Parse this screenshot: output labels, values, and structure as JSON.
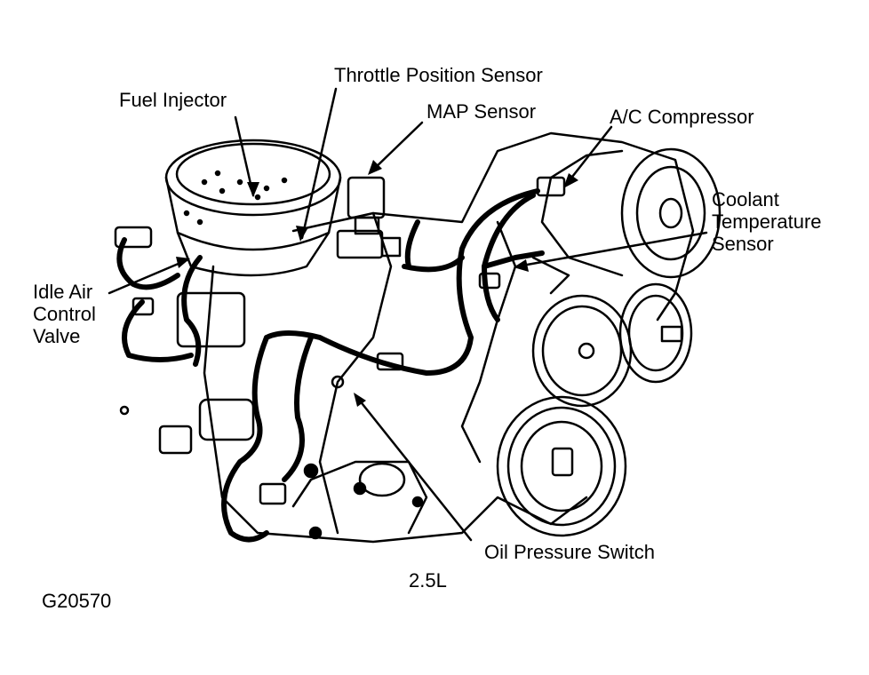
{
  "diagram": {
    "labels": {
      "fuel_injector": "Fuel Injector",
      "throttle_position_sensor": "Throttle Position Sensor",
      "map_sensor": "MAP Sensor",
      "ac_compressor": "A/C Compressor",
      "coolant_temperature_sensor": [
        "Coolant",
        "Temperature",
        "Sensor"
      ],
      "idle_air_control_valve": [
        "Idle Air",
        "Control",
        "Valve"
      ],
      "oil_pressure_switch": "Oil Pressure Switch"
    },
    "engine_caption": "2.5L",
    "figure_id": "G20570"
  },
  "colors": {
    "ink": "#000000",
    "paper": "#ffffff"
  }
}
